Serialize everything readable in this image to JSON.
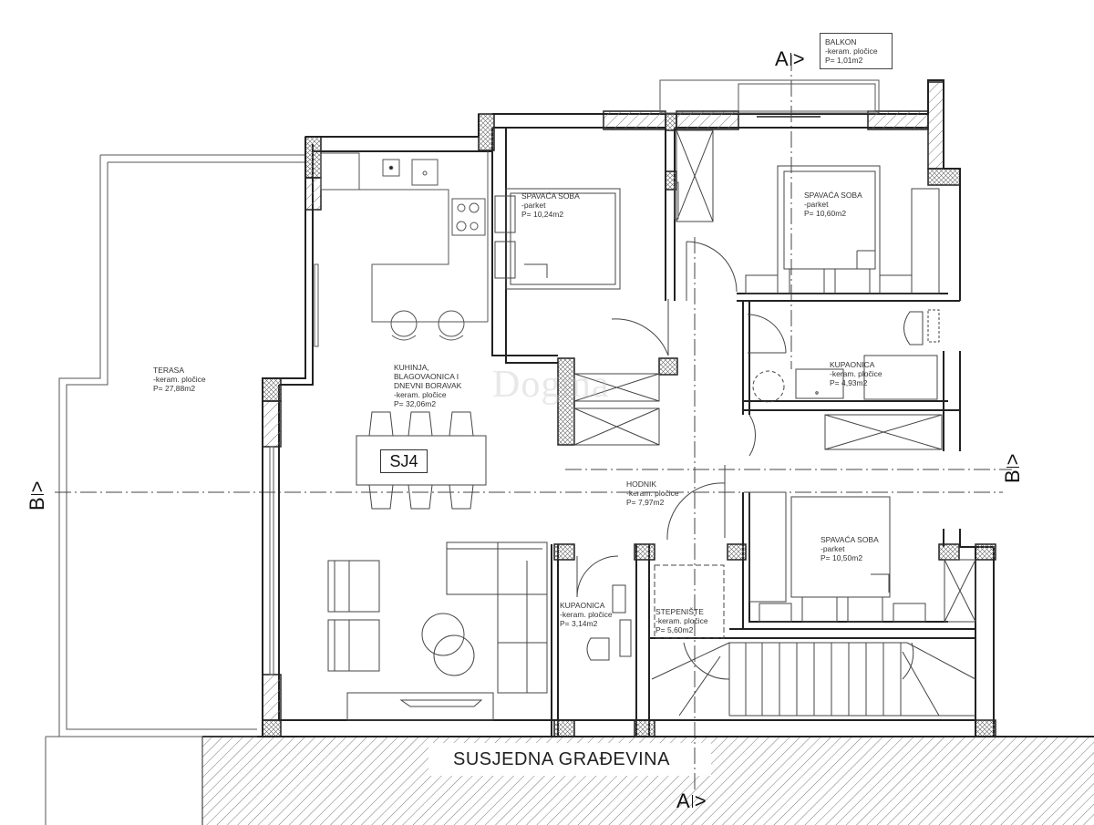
{
  "plan": {
    "unit_tag": "SJ4",
    "neighbor_label": "SUSJEDNA GRAĐEVINA",
    "watermark": "Dogma",
    "section_markers": [
      {
        "id": "A-top",
        "letter": "A",
        "glyph": ">"
      },
      {
        "id": "A-bottom",
        "letter": "A",
        "glyph": ">"
      },
      {
        "id": "B-left",
        "letter": "B",
        "glyph": ">"
      },
      {
        "id": "B-right",
        "letter": "B",
        "glyph": ">"
      }
    ],
    "rooms": [
      {
        "id": "balkon",
        "name": "BALKON",
        "finish": "-keram. pločice",
        "area": "P= 1,01m2"
      },
      {
        "id": "bedroom-1",
        "name": "SPAVAĆA SOBA",
        "finish": "-parket",
        "area": "P= 10,24m2"
      },
      {
        "id": "bedroom-2",
        "name": "SPAVAĆA SOBA",
        "finish": "-parket",
        "area": "P= 10,60m2"
      },
      {
        "id": "terasa",
        "name": "TERASA",
        "finish": "-keram. pločice",
        "area": "P= 27,88m2"
      },
      {
        "id": "living",
        "name_lines": [
          "KUHINJA,",
          "BLAGOVAONICA I",
          "DNEVNI BORAVAK"
        ],
        "finish": "-keram. pločice",
        "area": "P= 32,06m2"
      },
      {
        "id": "bathroom-1",
        "name": "KUPAONICA",
        "finish": "-keram. pločice",
        "area": "P= 4,93m2"
      },
      {
        "id": "hodnik",
        "name": "HODNIK",
        "finish": "-keram. pločice",
        "area": "P= 7,97m2"
      },
      {
        "id": "bedroom-3",
        "name": "SPAVAĆA SOBA",
        "finish": "-parket",
        "area": "P= 10,50m2"
      },
      {
        "id": "bathroom-2",
        "name": "KUPAONICA",
        "finish": "-keram. pločice",
        "area": "P= 3,14m2"
      },
      {
        "id": "stepeniste",
        "name": "STEPENIŠTE",
        "finish": "-keram. pločice",
        "area": "P= 5,60m2"
      }
    ],
    "colors": {
      "line": "#222222",
      "thin_line": "#555555",
      "hatch": "#777777",
      "background": "#ffffff"
    }
  }
}
